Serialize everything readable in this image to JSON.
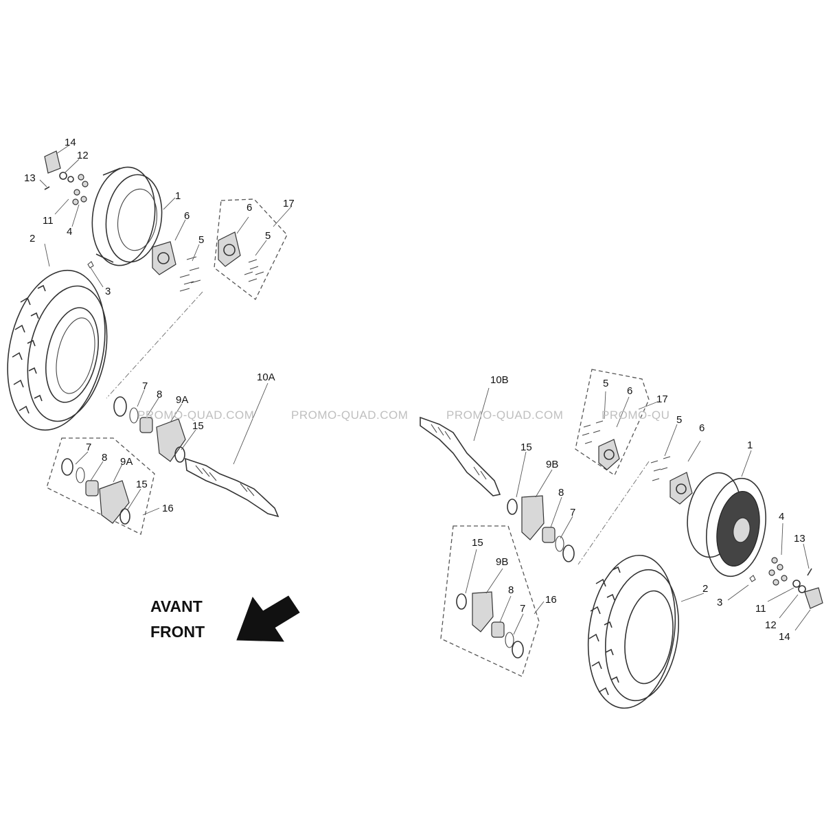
{
  "watermarks": [
    "PROMO-QUAD.COM",
    "PROMO-QUAD.COM",
    "PROMO-QUAD.COM",
    "PROMO-QU"
  ],
  "direction": {
    "fr": "AVANT",
    "en": "FRONT"
  },
  "left_assembly": {
    "labels": [
      "14",
      "12",
      "13",
      "11",
      "4",
      "1",
      "2",
      "3",
      "6",
      "5",
      "17",
      "6",
      "5",
      "7",
      "8",
      "9A",
      "15",
      "10A",
      "7",
      "8",
      "9A",
      "15",
      "16"
    ]
  },
  "right_assembly": {
    "labels": [
      "10B",
      "5",
      "6",
      "17",
      "5",
      "6",
      "15",
      "9B",
      "8",
      "7",
      "1",
      "4",
      "13",
      "2",
      "3",
      "11",
      "12",
      "14",
      "15",
      "9B",
      "8",
      "7",
      "16"
    ]
  },
  "colors": {
    "line": "#333333",
    "watermark": "#bfbfbf",
    "text": "#111111"
  }
}
